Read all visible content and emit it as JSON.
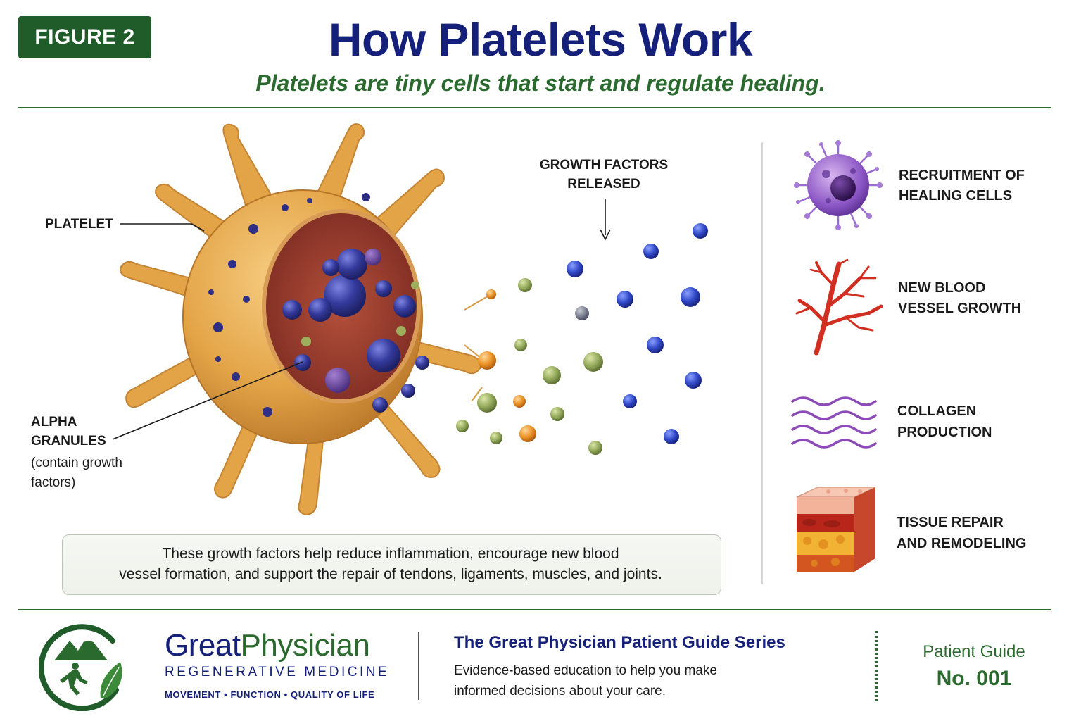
{
  "header": {
    "figure_badge": "FIGURE 2",
    "title": "How Platelets Work",
    "subtitle": "Platelets are tiny cells that start and regulate healing."
  },
  "diagram": {
    "platelet_label": "PLATELET",
    "alpha_label_line1": "ALPHA",
    "alpha_label_line2": "GRANULES",
    "alpha_note_line1": "(contain growth",
    "alpha_note_line2": "factors)",
    "growth_label_line1": "GROWTH FACTORS",
    "growth_label_line2": "RELEASED",
    "callout_line1": "These growth factors help reduce inflammation, encourage new blood",
    "callout_line2": "vessel formation, and support the repair of tendons, ligaments, muscles, and joints."
  },
  "effects": [
    {
      "line1": "RECRUITMENT OF",
      "line2": "HEALING CELLS",
      "icon": "healing-cell-icon"
    },
    {
      "line1": "NEW BLOOD",
      "line2": "VESSEL GROWTH",
      "icon": "blood-vessel-icon"
    },
    {
      "line1": "COLLAGEN",
      "line2": "PRODUCTION",
      "icon": "collagen-waves-icon"
    },
    {
      "line1": "TISSUE REPAIR",
      "line2": "AND REMODELING",
      "icon": "tissue-block-icon"
    }
  ],
  "footer": {
    "brand_part1": "Great",
    "brand_part2": "Physician",
    "brand_sub": "REGENERATIVE MEDICINE",
    "tagline": "MOVEMENT • FUNCTION • QUALITY OF LIFE",
    "series_title": "The Great Physician Patient Guide Series",
    "series_desc_line1": "Evidence-based education to help you make",
    "series_desc_line2": "informed decisions about your care.",
    "guide_label": "Patient Guide",
    "guide_number": "No. 001"
  },
  "colors": {
    "navy": "#15207a",
    "green": "#2b6a2e",
    "platelet": "#e0a24a",
    "granule": "#3b3f9e"
  }
}
